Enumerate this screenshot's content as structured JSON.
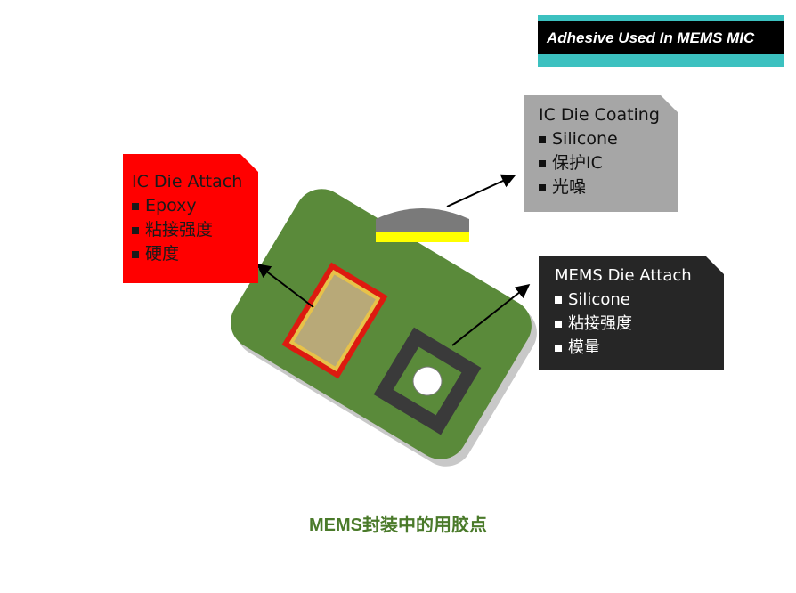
{
  "header": {
    "title": "Adhesive Used In MEMS MIC"
  },
  "ic_die_attach": {
    "title": "IC Die Attach",
    "items": [
      "Epoxy",
      "粘接强度",
      "硬度"
    ]
  },
  "ic_die_coating": {
    "title": "IC Die Coating",
    "items": [
      "Silicone",
      "保护IC",
      "光噪"
    ]
  },
  "mems_die_attach": {
    "title": "MEMS Die Attach",
    "items": [
      "Silicone",
      "粘接强度",
      "模量"
    ]
  },
  "caption": "MEMS封装中的用胶点",
  "colors": {
    "accent_teal": "#3cc1c0",
    "ic_attach_red": "#ff0000",
    "coating_gray": "#a6a6a6",
    "mems_dark": "#262626",
    "board_green": "#5a8a3a",
    "caption_green": "#4a7a2a"
  }
}
